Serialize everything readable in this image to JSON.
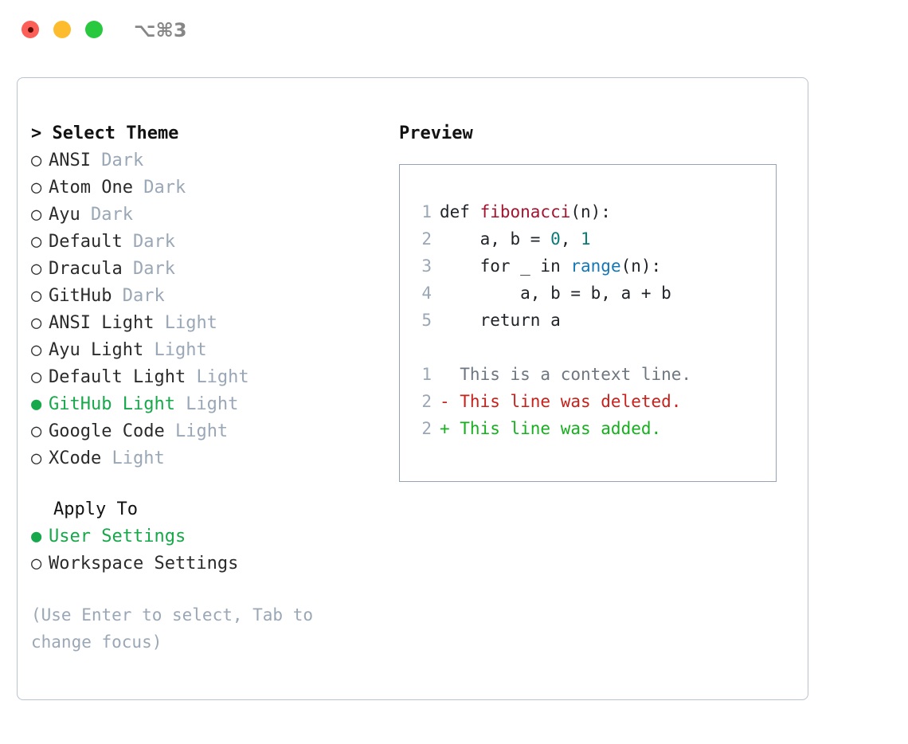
{
  "titlebar": {
    "shortcut": "⌥⌘3",
    "buttons": [
      "close",
      "minimize",
      "maximize"
    ]
  },
  "theme_picker": {
    "heading": "> Select Theme",
    "bullet_selected": "●",
    "bullet_unselected": "○",
    "items": [
      {
        "name": "ANSI",
        "tag": "Dark",
        "selected": false
      },
      {
        "name": "Atom One",
        "tag": "Dark",
        "selected": false
      },
      {
        "name": "Ayu",
        "tag": "Dark",
        "selected": false
      },
      {
        "name": "Default",
        "tag": "Dark",
        "selected": false
      },
      {
        "name": "Dracula",
        "tag": "Dark",
        "selected": false
      },
      {
        "name": "GitHub",
        "tag": "Dark",
        "selected": false
      },
      {
        "name": "ANSI Light",
        "tag": "Light",
        "selected": false
      },
      {
        "name": "Ayu Light",
        "tag": "Light",
        "selected": false
      },
      {
        "name": "Default Light",
        "tag": "Light",
        "selected": false
      },
      {
        "name": "GitHub Light",
        "tag": "Light",
        "selected": true
      },
      {
        "name": "Google Code",
        "tag": "Light",
        "selected": false
      },
      {
        "name": "XCode",
        "tag": "Light",
        "selected": false
      }
    ]
  },
  "apply_to": {
    "title": "Apply To",
    "items": [
      {
        "name": "User Settings",
        "selected": true
      },
      {
        "name": "Workspace Settings",
        "selected": false
      }
    ]
  },
  "hint": "(Use Enter to select, Tab to change focus)",
  "preview": {
    "title": "Preview",
    "code_lines": [
      {
        "num": "1",
        "segments": [
          {
            "t": "def ",
            "c": "plain"
          },
          {
            "t": "fibonacci",
            "c": "fn"
          },
          {
            "t": "(n):",
            "c": "plain"
          }
        ]
      },
      {
        "num": "2",
        "segments": [
          {
            "t": "    a, b = ",
            "c": "plain"
          },
          {
            "t": "0",
            "c": "num"
          },
          {
            "t": ", ",
            "c": "plain"
          },
          {
            "t": "1",
            "c": "num"
          }
        ]
      },
      {
        "num": "3",
        "segments": [
          {
            "t": "    for _ in ",
            "c": "plain"
          },
          {
            "t": "range",
            "c": "call"
          },
          {
            "t": "(n):",
            "c": "plain"
          }
        ]
      },
      {
        "num": "4",
        "segments": [
          {
            "t": "        a, b = b, a + b",
            "c": "plain"
          }
        ]
      },
      {
        "num": "5",
        "segments": [
          {
            "t": "    return a",
            "c": "plain"
          }
        ]
      }
    ],
    "diff_lines": [
      {
        "num": "1",
        "marker": " ",
        "text": "  This is a context line.",
        "kind": "ctx"
      },
      {
        "num": "2",
        "marker": " ",
        "text": "- This line was deleted.",
        "kind": "del"
      },
      {
        "num": "2",
        "marker": " ",
        "text": "+ This line was added.",
        "kind": "add"
      }
    ]
  },
  "colors": {
    "accent_green": "#16a84a",
    "muted": "#9aa7b6",
    "border": "#b9c2ce",
    "preview_border": "#97a3b2",
    "syntax_function": "#a6132e",
    "syntax_number": "#0a7c77",
    "syntax_call": "#1578b5",
    "diff_added": "#16b01f",
    "diff_deleted": "#c8201a",
    "diff_context": "#6e7781"
  }
}
